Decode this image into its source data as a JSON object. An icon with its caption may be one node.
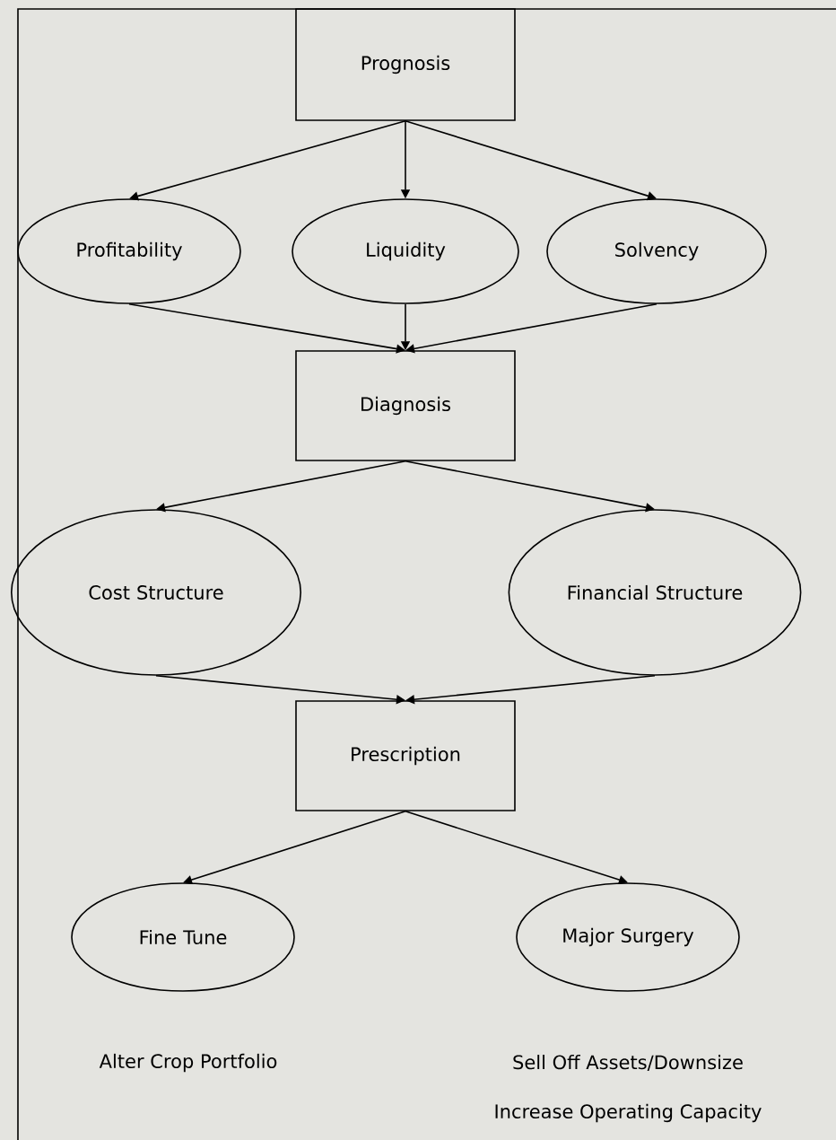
{
  "diagram": {
    "nodes": [
      {
        "text": [
          "Prognosis"
        ]
      },
      {
        "text": [
          "Profitability"
        ]
      },
      {
        "text": [
          "Liquidity"
        ]
      },
      {
        "text": [
          "Solvency"
        ]
      },
      {
        "text": [
          "Diagnosis"
        ]
      },
      {
        "text": [
          "Cost Structure"
        ]
      },
      {
        "text": [
          "Financial Structure"
        ]
      },
      {
        "text": [
          "Prescription"
        ]
      },
      {
        "text": [
          "Fine Tune"
        ],
        "beside": [
          "Alter Crop Portfolio"
        ]
      },
      {
        "text": [
          "Major Surgery"
        ],
        "beside": [
          "Sell Off Assets/Downsize",
          "Increase Operating Capacity"
        ]
      }
    ],
    "edges": [
      {
        "from": 0,
        "to": 1,
        "arrow": "to"
      },
      {
        "from": 0,
        "to": 2,
        "arrow": "to"
      },
      {
        "from": 0,
        "to": 3,
        "arrow": "to"
      },
      {
        "from": 1,
        "to": 4,
        "arrow": "to"
      },
      {
        "from": 2,
        "to": 4,
        "arrow": "to"
      },
      {
        "from": 3,
        "to": 4,
        "arrow": "to"
      },
      {
        "from": 4,
        "to": 5,
        "arrow": "to"
      },
      {
        "from": 4,
        "to": 6,
        "arrow": "to"
      },
      {
        "from": 5,
        "to": 7,
        "arrow": "to"
      },
      {
        "from": 6,
        "to": 7,
        "arrow": "to"
      },
      {
        "from": 7,
        "to": 8,
        "arrow": "to"
      },
      {
        "from": 7,
        "to": 9,
        "arrow": "to"
      }
    ]
  }
}
